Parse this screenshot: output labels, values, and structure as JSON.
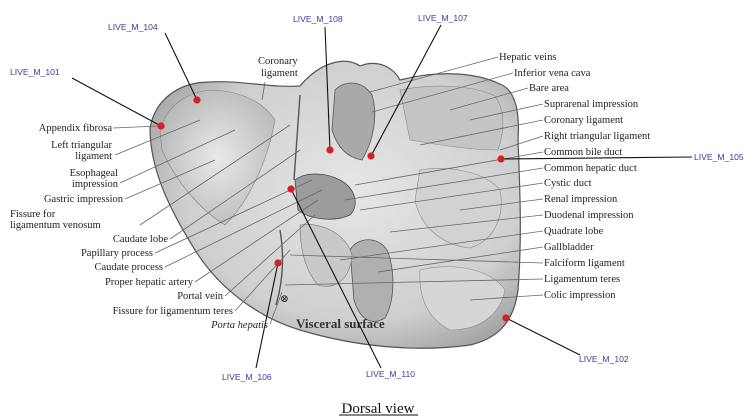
{
  "figure": {
    "caption": "Dorsal view",
    "surface_title": "Visceral surface"
  },
  "anatomy_labels": {
    "left": [
      "Appendix fibrosa",
      "Left triangular",
      "ligament",
      "Esophageal",
      "impression",
      "Gastric impression",
      "Fissure for",
      "ligamentum venosum",
      "Caudate lobe",
      "Papillary process",
      "Caudate process",
      "Proper hepatic artery",
      "Portal vein",
      "Fissure for ligamentum teres",
      "Porta hepatis"
    ],
    "top": [
      "Coronary",
      "ligament"
    ],
    "right": [
      "Hepatic veins",
      "Inferior vena cava",
      "Bare area",
      "Suprarenal impression",
      "Coronary ligament",
      "Right triangular ligament",
      "Common bile duct",
      "Common hepatic duct",
      "Cystic duct",
      "Renal impression",
      "Duodenal impression",
      "Quadrate lobe",
      "Gallbladder",
      "Falciform ligament",
      "Ligamentum teres",
      "Colic impression"
    ]
  },
  "markers": [
    "LIVE_M_101",
    "LIVE_M_102",
    "LIVE_M_104",
    "LIVE_M_105",
    "LIVE_M_106",
    "LIVE_M_107",
    "LIVE_M_108",
    "LIVE_M_110"
  ],
  "colors": {
    "marker_dot": "#d42020",
    "marker_text": "#3a3aa0",
    "leader_line": "#666666",
    "liver_fill": "#d9d9d9",
    "liver_shade": "#bdbdbd"
  }
}
